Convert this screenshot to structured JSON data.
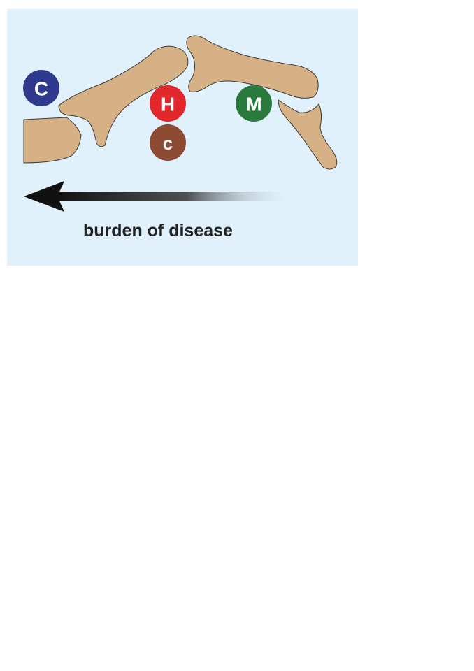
{
  "colors": {
    "background": "#e0f1fb",
    "bone_fill": "#d5b185",
    "bone_stroke": "#3a3a3a",
    "arrow": "#111111"
  },
  "markers": [
    {
      "id": "marker-c-blue",
      "letter": "C",
      "color": "#2f3a8f"
    },
    {
      "id": "marker-h-red",
      "letter": "H",
      "color": "#e1262c"
    },
    {
      "id": "marker-c-brown",
      "letter": "c",
      "color": "#8b4a31"
    },
    {
      "id": "marker-m-green",
      "letter": "M",
      "color": "#2a7a3d"
    }
  ],
  "arrow": {
    "direction": "left",
    "caption": "burden of disease"
  }
}
